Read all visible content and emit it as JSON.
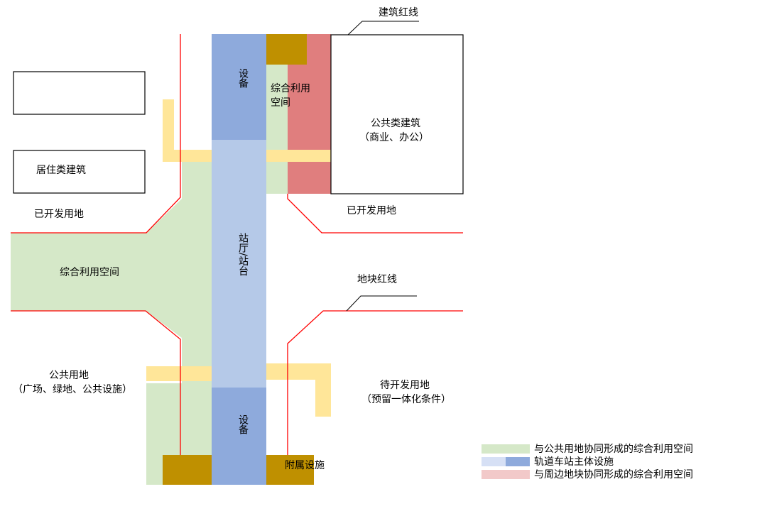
{
  "colors": {
    "green": "#d5e8c8",
    "light_blue": "#b5c9e8",
    "blue": "#8eaadc",
    "pink": "#e07e7e",
    "yellow": "#ffe699",
    "gold": "#bf9000",
    "red_line": "#ff0000",
    "legend_pink": "#f2c9c9",
    "legend_light_blue": "#d6e0f5"
  },
  "labels": {
    "building_red_line": "建筑红线",
    "equipment_top": "设备",
    "comprehensive_top": "综合利用空间",
    "public_building": "公共类建筑",
    "public_building_sub": "（商业、办公）",
    "residential": "居住类建筑",
    "developed_left": "已开发用地",
    "developed_right": "已开发用地",
    "comprehensive_left": "综合利用空间",
    "station": "站厅/站台",
    "plot_red_line": "地块红线",
    "public_land": "公共用地",
    "public_land_sub": "（广场、绿地、公共设施）",
    "to_develop": "待开发用地",
    "to_develop_sub": "（预留一体化条件）",
    "equipment_bottom": "设备",
    "ancillary": "附属设施"
  },
  "legend": [
    {
      "label": "与公共用地协同形成的综合利用空间",
      "color": "#d5e8c8"
    },
    {
      "label": "轨道车站主体设施",
      "color": "#d6e0f5",
      "color2": "#8eaadc"
    },
    {
      "label": "与周边地块协同形成的综合利用空间",
      "color": "#f2c9c9"
    }
  ]
}
